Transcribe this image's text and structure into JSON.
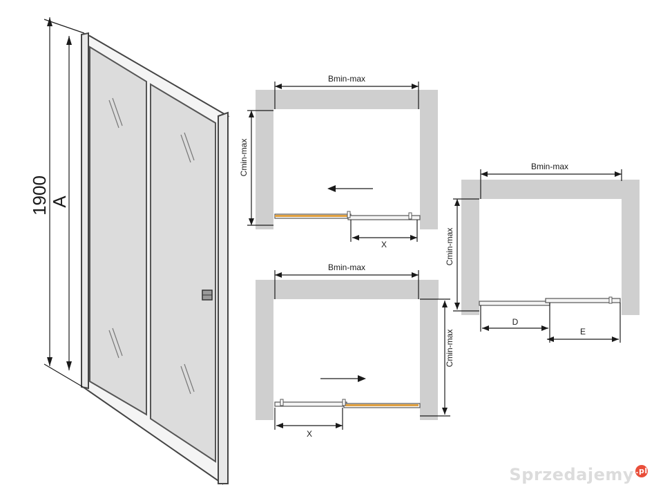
{
  "side_view": {
    "height_label": "1900",
    "a_label": "A"
  },
  "top_left_plan": {
    "width_label": "Bmin-max",
    "depth_label": "Cmin-max",
    "x_label": "X",
    "arrow_direction": "left"
  },
  "bottom_left_plan": {
    "width_label": "Bmin-max",
    "depth_label": "Cmin-max",
    "x_label": "X",
    "arrow_direction": "right"
  },
  "right_plan": {
    "width_label": "Bmin-max",
    "depth_label": "Cmin-max",
    "d_label": "D",
    "e_label": "E"
  },
  "watermark": {
    "text": "Sprzedajemy",
    "badge": ".pl"
  },
  "colors": {
    "wall": "#cfcfcf",
    "glass": "#d8d8d8",
    "frame": "#555555",
    "door_accent": "#e0a040",
    "line": "#1a1a1a"
  }
}
